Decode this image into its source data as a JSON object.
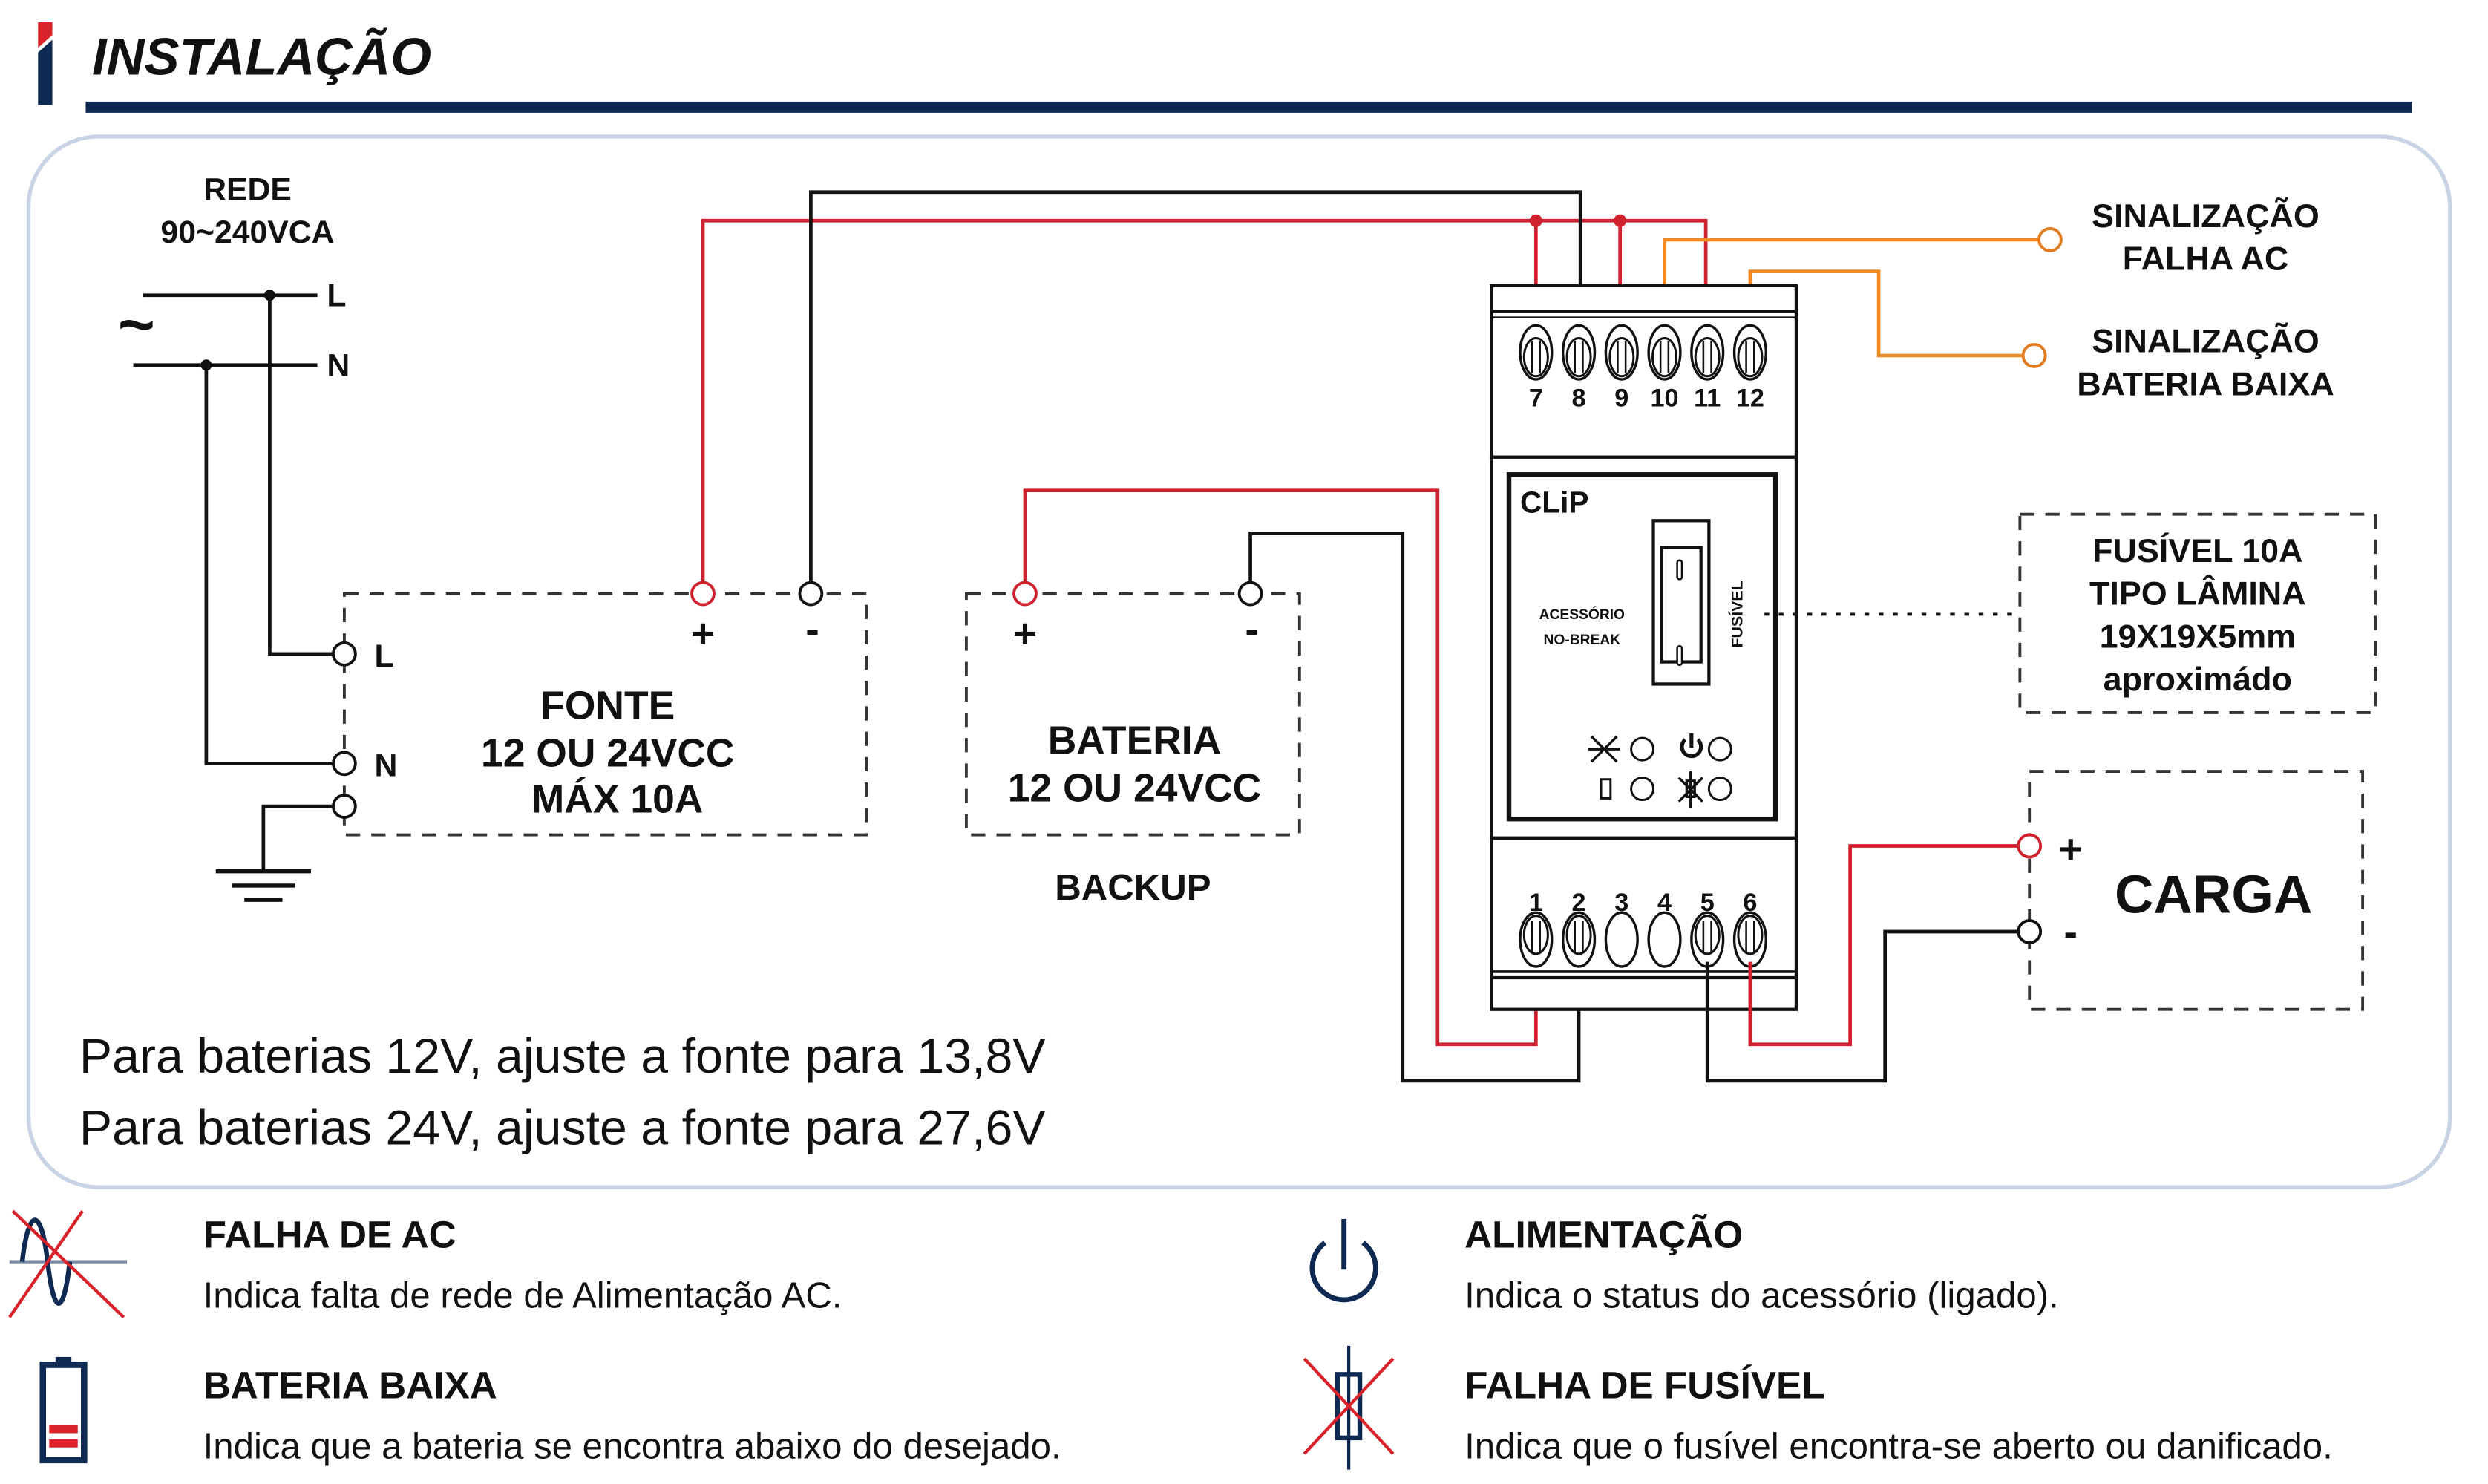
{
  "header": {
    "title": "INSTALAÇÃO",
    "colors": {
      "accent_red": "#d9222a",
      "navy": "#0e2a52"
    }
  },
  "mains": {
    "label_line1": "REDE",
    "label_line2": "90~240VCA",
    "symbol": "~",
    "line_L": "L",
    "line_N": "N"
  },
  "power_supply": {
    "line1": "FONTE",
    "line2": "12 OU 24VCC",
    "line3": "MÁX 10A",
    "input_L": "L",
    "input_N": "N",
    "plus": "+",
    "minus": "-"
  },
  "battery": {
    "line1": "BATERIA",
    "line2": "12 OU 24VCC",
    "caption": "BACKUP",
    "plus": "+",
    "minus": "-"
  },
  "module": {
    "brand": "CLiP",
    "label_line1": "ACESSÓRIO",
    "label_line2": "NO-BREAK",
    "fuse_label": "FUSÍVEL",
    "top_terminals": [
      "7",
      "8",
      "9",
      "10",
      "11",
      "12"
    ],
    "bottom_terminals": [
      "1",
      "2",
      "3",
      "4",
      "5",
      "6"
    ]
  },
  "signals": {
    "ac_fail_line1": "SINALIZAÇÃO",
    "ac_fail_line2": "FALHA AC",
    "low_batt_line1": "SINALIZAÇÃO",
    "low_batt_line2": "BATERIA BAIXA"
  },
  "fuse_note": {
    "line1": "FUSÍVEL 10A",
    "line2": "TIPO LÂMINA",
    "line3": "19X19X5mm",
    "line4": "aproximádo"
  },
  "load": {
    "label": "CARGA",
    "plus": "+",
    "minus": "-"
  },
  "notes": [
    "Para baterias 12V, ajuste a fonte para 13,8V",
    "Para baterias 24V, ajuste a fonte para 27,6V"
  ],
  "legend": [
    {
      "icon": "ac-fail-icon",
      "title": "FALHA DE AC",
      "desc": "Indica falta de rede de Alimentação AC."
    },
    {
      "icon": "power-icon",
      "title": "ALIMENTAÇÃO",
      "desc": "Indica o status do acessório (ligado)."
    },
    {
      "icon": "low-battery-icon",
      "title": "BATERIA BAIXA",
      "desc": "Indica que a bateria se encontra abaixo do desejado."
    },
    {
      "icon": "fuse-fail-icon",
      "title": "FALHA DE FUSÍVEL",
      "desc": "Indica que o fusível encontra-se aberto ou danificado."
    }
  ]
}
